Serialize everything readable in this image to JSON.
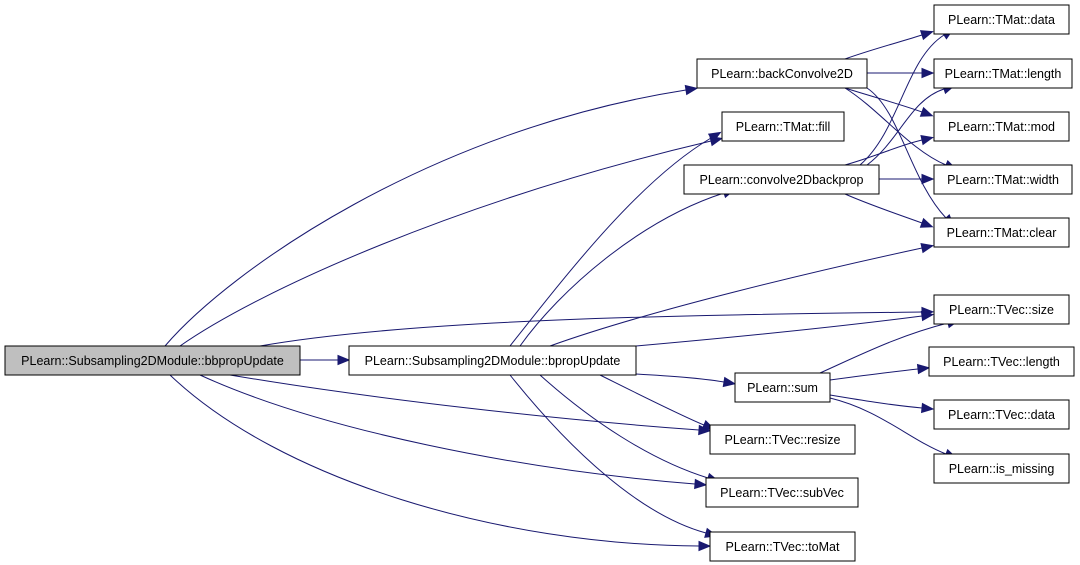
{
  "diagram": {
    "type": "call-graph",
    "edge_color": "#191970",
    "root_fill": "#bfbfbf",
    "nodes": [
      {
        "id": "bbprop",
        "label": "PLearn::Subsampling2DModule::bbpropUpdate",
        "root": true
      },
      {
        "id": "bprop",
        "label": "PLearn::Subsampling2DModule::bpropUpdate"
      },
      {
        "id": "backconv",
        "label": "PLearn::backConvolve2D"
      },
      {
        "id": "fill",
        "label": "PLearn::TMat::fill"
      },
      {
        "id": "conv",
        "label": "PLearn::convolve2Dbackprop"
      },
      {
        "id": "tmatdata",
        "label": "PLearn::TMat::data"
      },
      {
        "id": "tmatlength",
        "label": "PLearn::TMat::length"
      },
      {
        "id": "tmatmod",
        "label": "PLearn::TMat::mod"
      },
      {
        "id": "tmatwidth",
        "label": "PLearn::TMat::width"
      },
      {
        "id": "tmatclear",
        "label": "PLearn::TMat::clear"
      },
      {
        "id": "tvecsize",
        "label": "PLearn::TVec::size"
      },
      {
        "id": "sum",
        "label": "PLearn::sum"
      },
      {
        "id": "tveclength",
        "label": "PLearn::TVec::length"
      },
      {
        "id": "tvecdata",
        "label": "PLearn::TVec::data"
      },
      {
        "id": "ismissing",
        "label": "PLearn::is_missing"
      },
      {
        "id": "resize",
        "label": "PLearn::TVec::resize"
      },
      {
        "id": "subvec",
        "label": "PLearn::TVec::subVec"
      },
      {
        "id": "tomat",
        "label": "PLearn::TVec::toMat"
      }
    ],
    "edges": [
      {
        "from": "bbprop",
        "to": "backconv"
      },
      {
        "from": "bbprop",
        "to": "fill"
      },
      {
        "from": "bbprop",
        "to": "conv"
      },
      {
        "from": "bbprop",
        "to": "bprop"
      },
      {
        "from": "bbprop",
        "to": "tvecsize"
      },
      {
        "from": "bbprop",
        "to": "resize"
      },
      {
        "from": "bbprop",
        "to": "subvec"
      },
      {
        "from": "bbprop",
        "to": "tomat"
      },
      {
        "from": "bprop",
        "to": "fill"
      },
      {
        "from": "bprop",
        "to": "conv"
      },
      {
        "from": "bprop",
        "to": "tmatclear"
      },
      {
        "from": "bprop",
        "to": "tvecsize"
      },
      {
        "from": "bprop",
        "to": "sum"
      },
      {
        "from": "bprop",
        "to": "resize"
      },
      {
        "from": "bprop",
        "to": "subvec"
      },
      {
        "from": "bprop",
        "to": "tomat"
      },
      {
        "from": "backconv",
        "to": "tmatdata"
      },
      {
        "from": "backconv",
        "to": "tmatlength"
      },
      {
        "from": "backconv",
        "to": "tmatmod"
      },
      {
        "from": "backconv",
        "to": "tmatwidth"
      },
      {
        "from": "backconv",
        "to": "tmatclear"
      },
      {
        "from": "conv",
        "to": "tmatdata"
      },
      {
        "from": "conv",
        "to": "tmatlength"
      },
      {
        "from": "conv",
        "to": "tmatmod"
      },
      {
        "from": "conv",
        "to": "tmatwidth"
      },
      {
        "from": "conv",
        "to": "tmatclear"
      },
      {
        "from": "sum",
        "to": "tvecsize"
      },
      {
        "from": "sum",
        "to": "tveclength"
      },
      {
        "from": "sum",
        "to": "tvecdata"
      },
      {
        "from": "sum",
        "to": "ismissing"
      }
    ]
  }
}
